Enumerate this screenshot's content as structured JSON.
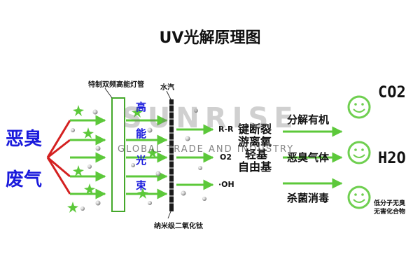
{
  "title": "UV光解原理图",
  "left_labels": {
    "line1": "恶臭",
    "line2": "废气"
  },
  "lamp": {
    "label": "特制双频高能灯管",
    "vertical_text": [
      "高",
      "能",
      "光",
      "束"
    ]
  },
  "catalyst": {
    "top_label": "水汽",
    "bottom_label": "纳米级二氧化钛"
  },
  "chemicals": [
    "R-R",
    "O2",
    "·OH"
  ],
  "bond_text": [
    "键断裂",
    "游离氧",
    "轻基",
    "自由基"
  ],
  "results": [
    "分解有机",
    "恶臭气体",
    "杀菌消毒"
  ],
  "products": {
    "co2": "CO2",
    "h2o": "H2O",
    "harmless_line1": "低分子无臭",
    "harmless_line2": "无害化合物"
  },
  "watermark": {
    "brand": "SUNRISE",
    "tagline": "GLOBAL TRADE AND INDUSTRY"
  },
  "colors": {
    "arrow_green": "#5cc83a",
    "left_text_blue": "#1a1adc",
    "split_red": "#d42020",
    "lamp_border": "#44a82a",
    "smiley_green": "#6fcf50"
  }
}
